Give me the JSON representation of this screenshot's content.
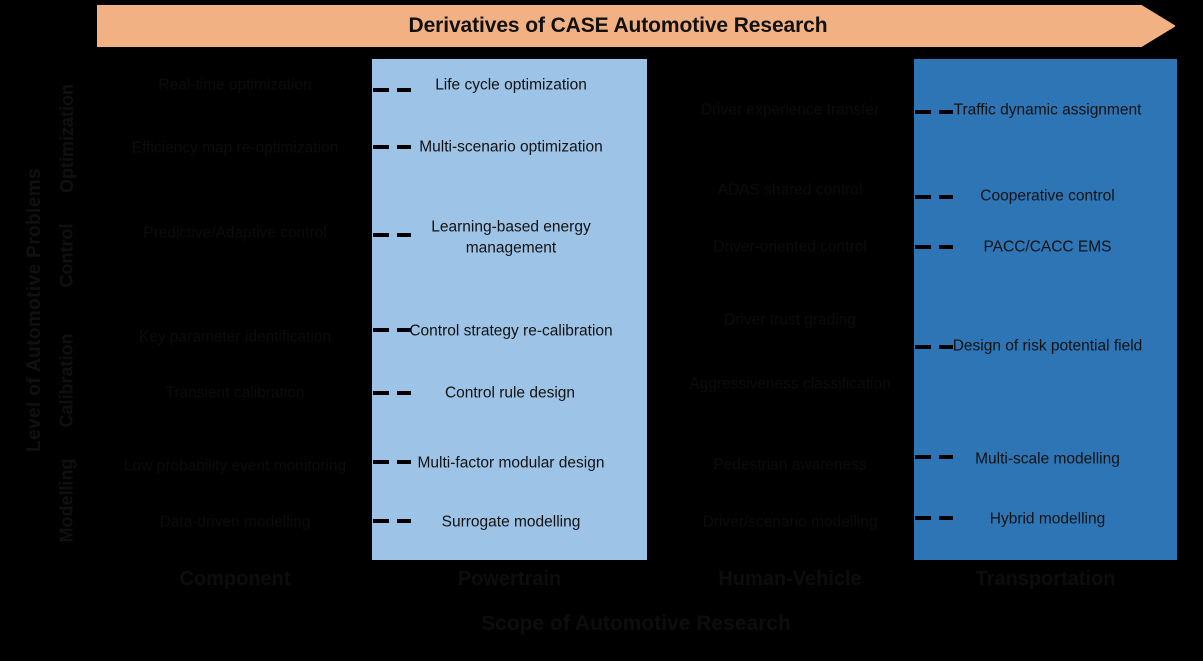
{
  "title": {
    "text": "Derivatives of CASE Automotive Research",
    "color": "#f2b183"
  },
  "axes": {
    "y_outer_label": "Level of Automotive Problems",
    "y_levels": [
      {
        "label": "Optimization"
      },
      {
        "label": "Control"
      },
      {
        "label": "Calibration"
      },
      {
        "label": "Modelling"
      }
    ],
    "x_label": "Scope of Automotive Research"
  },
  "columns": [
    {
      "header": "Component",
      "style": "plain",
      "items": [
        {
          "text": "Real-time optimization"
        },
        {
          "text": "Efficiency map re-optimization"
        },
        {
          "text": "Predictive/Adaptive control"
        },
        {
          "text": "Key parameter identification"
        },
        {
          "text": "Transient calibration"
        },
        {
          "text": "Low probability event monitoring"
        },
        {
          "text": "Data-driven modelling"
        }
      ]
    },
    {
      "header": "Powertrain",
      "style": "light",
      "color": "#9dc3e6",
      "items": [
        {
          "text": "Life cycle optimization"
        },
        {
          "text": "Multi-scenario optimization"
        },
        {
          "text": "Learning-based energy management"
        },
        {
          "text": "Control strategy re-calibration"
        },
        {
          "text": "Control rule design"
        },
        {
          "text": "Multi-factor modular design"
        },
        {
          "text": "Surrogate modelling"
        }
      ]
    },
    {
      "header": "Human-Vehicle",
      "style": "plain",
      "items": [
        {
          "text": "Driver experience transfer"
        },
        {
          "text": "ADAS shared control"
        },
        {
          "text": "Driver-oriented control"
        },
        {
          "text": "Driver trust grading"
        },
        {
          "text": "Aggressiveness classification"
        },
        {
          "text": "Pedestrian awareness"
        },
        {
          "text": "Driver/scenario modelling"
        }
      ]
    },
    {
      "header": "Transportation",
      "style": "dark",
      "color": "#2e75b6",
      "items": [
        {
          "text": "Traffic dynamic assignment"
        },
        {
          "text": "Cooperative control"
        },
        {
          "text": "PACC/CACC EMS"
        },
        {
          "text": "Design of risk potential field"
        },
        {
          "text": "Multi-scale modelling"
        },
        {
          "text": "Hybrid modelling"
        }
      ]
    }
  ]
}
